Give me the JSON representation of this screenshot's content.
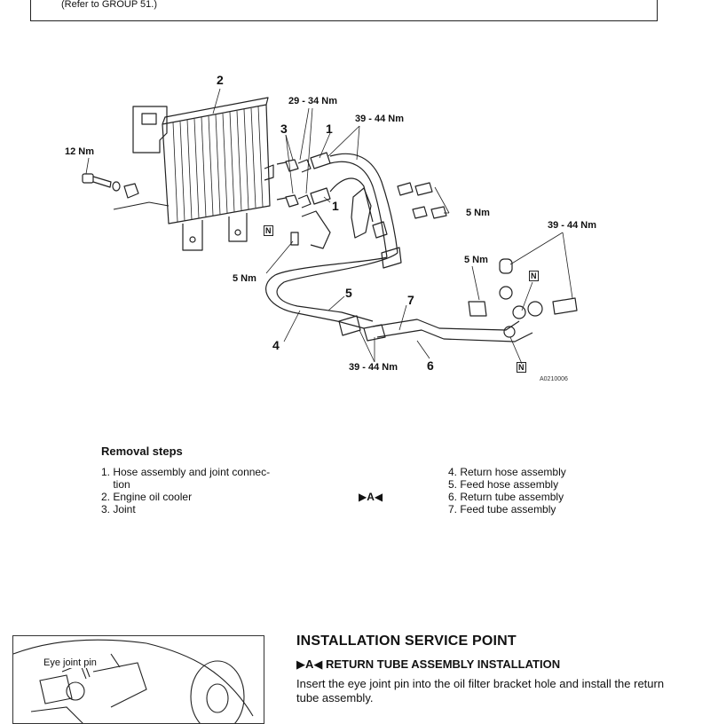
{
  "header": {
    "refer_text": "(Refer to GROUP 51.)"
  },
  "diagram": {
    "labels": {
      "n2": "2",
      "torque_29_34": "29 - 34 Nm",
      "n3": "3",
      "n1_top": "1",
      "torque_39_44_top": "39 - 44 Nm",
      "torque_12": "12 Nm",
      "n1_mid": "1",
      "torque_5_right": "5 Nm",
      "torque_39_44_right": "39 - 44 Nm",
      "torque_5_mid": "5 Nm",
      "torque_5_left": "5 Nm",
      "n5": "5",
      "n7": "7",
      "n4": "4",
      "torque_39_44_bottom": "39 - 44 Nm",
      "n6": "6",
      "n_box_left": "N",
      "n_box_right": "N",
      "n_box_bottom": "N",
      "figure_code": "A0210006"
    }
  },
  "removal": {
    "title": "Removal steps",
    "left_steps": [
      "1. Hose assembly and joint connec-\n    tion",
      "2. Engine oil cooler",
      "3. Joint"
    ],
    "marker": "▶A◀",
    "right_steps": [
      "4. Return hose assembly",
      "5. Feed hose assembly",
      "6. Return tube assembly",
      "7. Feed tube assembly"
    ]
  },
  "installation": {
    "photo_label": "Eye joint pin",
    "title": "INSTALLATION SERVICE POINT",
    "subtitle": "▶A◀ RETURN TUBE ASSEMBLY INSTALLATION",
    "body": "Insert the eye joint pin into the oil filter bracket hole and install the return tube assembly."
  }
}
